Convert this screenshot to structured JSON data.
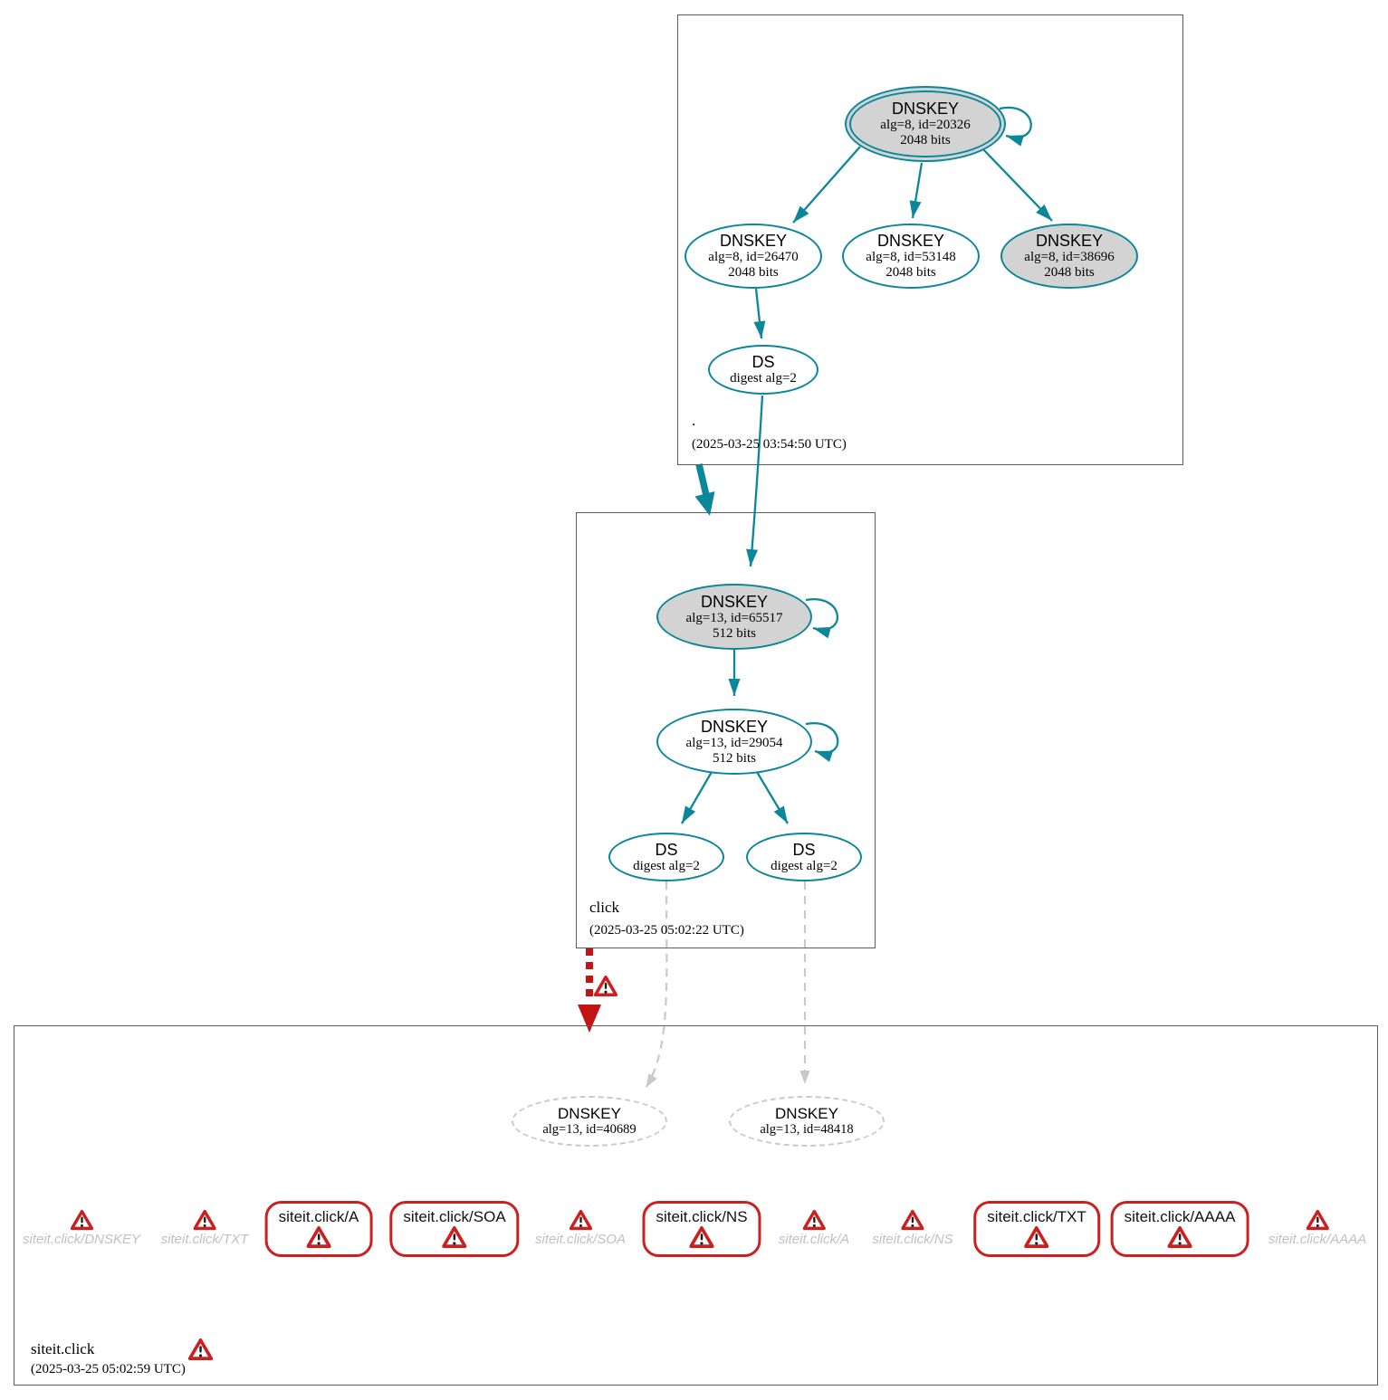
{
  "colors": {
    "secure_teal": "#0a879a",
    "error_red": "#cb2020",
    "bogus_arrow_red": "#c21414",
    "node_fill_gray": "#d3d3d3",
    "insecure_gray": "#c0c0c0",
    "dashed_gray": "#c9c9c9",
    "box_border_gray": "#5c5c5c"
  },
  "icons": {
    "warning": "warning-triangle"
  },
  "zones": {
    "root": {
      "label": ".",
      "timestamp": "(2025-03-25 03:54:50 UTC)",
      "nodes": {
        "ksk": {
          "title": "DNSKEY",
          "line1": "alg=8, id=20326",
          "line2": "2048 bits"
        },
        "zsk1": {
          "title": "DNSKEY",
          "line1": "alg=8, id=26470",
          "line2": "2048 bits"
        },
        "zsk2": {
          "title": "DNSKEY",
          "line1": "alg=8, id=53148",
          "line2": "2048 bits"
        },
        "zsk3": {
          "title": "DNSKEY",
          "line1": "alg=8, id=38696",
          "line2": "2048 bits"
        },
        "ds": {
          "title": "DS",
          "line1": "digest alg=2"
        }
      }
    },
    "click": {
      "label": "click",
      "timestamp": "(2025-03-25 05:02:22 UTC)",
      "nodes": {
        "ksk": {
          "title": "DNSKEY",
          "line1": "alg=13, id=65517",
          "line2": "512 bits"
        },
        "zsk": {
          "title": "DNSKEY",
          "line1": "alg=13, id=29054",
          "line2": "512 bits"
        },
        "ds1": {
          "title": "DS",
          "line1": "digest alg=2"
        },
        "ds2": {
          "title": "DS",
          "line1": "digest alg=2"
        }
      }
    },
    "siteit": {
      "label": "siteit.click",
      "timestamp": "(2025-03-25 05:02:59 UTC)",
      "nodes": {
        "dnskey1": {
          "title": "DNSKEY",
          "line1": "alg=13, id=40689"
        },
        "dnskey2": {
          "title": "DNSKEY",
          "line1": "alg=13, id=48418"
        }
      },
      "rrsets": [
        {
          "label": "siteit.click/DNSKEY",
          "style": "insecure-warning"
        },
        {
          "label": "siteit.click/TXT",
          "style": "insecure-warning"
        },
        {
          "label": "siteit.click/A",
          "style": "warning-box"
        },
        {
          "label": "siteit.click/SOA",
          "style": "warning-box"
        },
        {
          "label": "siteit.click/SOA",
          "style": "insecure-warning"
        },
        {
          "label": "siteit.click/NS",
          "style": "warning-box"
        },
        {
          "label": "siteit.click/A",
          "style": "insecure-warning"
        },
        {
          "label": "siteit.click/NS",
          "style": "insecure-warning"
        },
        {
          "label": "siteit.click/TXT",
          "style": "warning-box"
        },
        {
          "label": "siteit.click/AAAA",
          "style": "warning-box"
        },
        {
          "label": "siteit.click/AAAA",
          "style": "insecure-warning"
        }
      ]
    }
  }
}
